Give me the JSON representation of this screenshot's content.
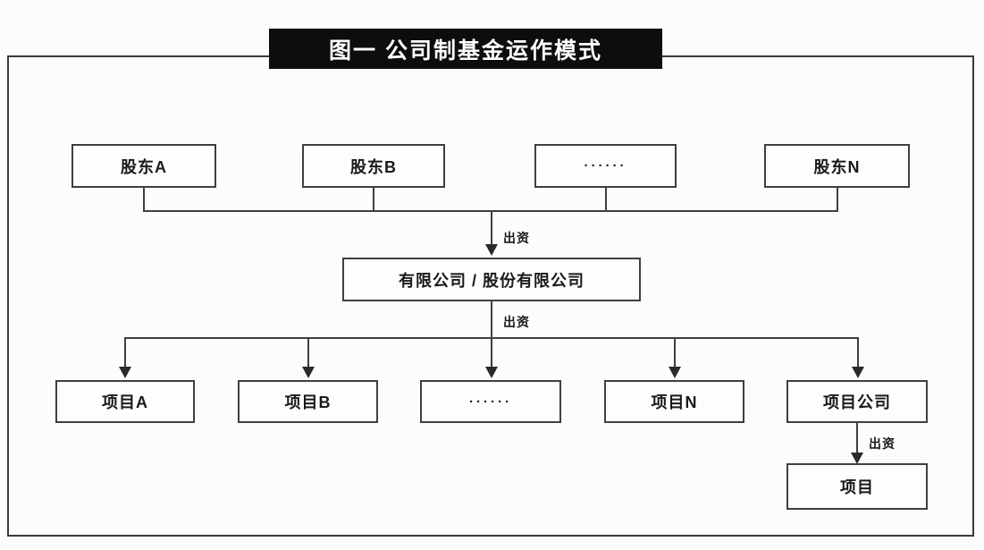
{
  "figure": {
    "title": "图一  公司制基金运作模式",
    "title_colors": {
      "background": "#0d0d0d",
      "text": "#ffffff"
    },
    "frame_color": "#3a3a3a",
    "box_border_color": "#3f3f3f",
    "box_fill": "#fdfdfd",
    "canvas_background": "#fcfcfc"
  },
  "nodes": {
    "shareholders": [
      {
        "label": "股东A",
        "kind": "text"
      },
      {
        "label": "股东B",
        "kind": "text"
      },
      {
        "label": "······",
        "kind": "ellipsis"
      },
      {
        "label": "股东N",
        "kind": "text"
      }
    ],
    "company": {
      "label": "有限公司 / 股份有限公司"
    },
    "projects": [
      {
        "label": "项目A",
        "kind": "text"
      },
      {
        "label": "项目B",
        "kind": "text"
      },
      {
        "label": "······",
        "kind": "ellipsis"
      },
      {
        "label": "项目N",
        "kind": "text"
      },
      {
        "label": "项目公司",
        "kind": "text"
      }
    ],
    "sub_project": {
      "label": "项目"
    }
  },
  "edges": {
    "shareholders_to_company": {
      "label": "出资"
    },
    "company_to_projects": {
      "label": "出资"
    },
    "project_company_to_project": {
      "label": "出资"
    }
  }
}
